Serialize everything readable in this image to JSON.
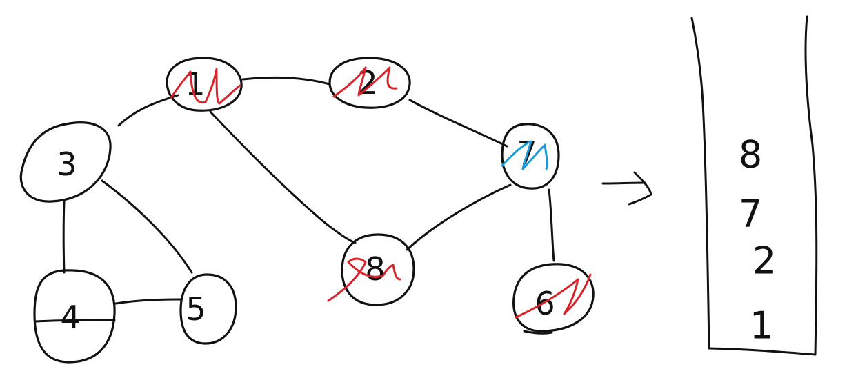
{
  "colors": {
    "ink": "#111111",
    "visited_mark": "#d9232b",
    "current_mark": "#1a9bd7",
    "background": "#ffffff"
  },
  "nodes": [
    {
      "id": "n1",
      "label": "1",
      "mark": "visited"
    },
    {
      "id": "n2",
      "label": "2",
      "mark": "visited"
    },
    {
      "id": "n3",
      "label": "3",
      "mark": "none"
    },
    {
      "id": "n4",
      "label": "4",
      "mark": "none"
    },
    {
      "id": "n5",
      "label": "5",
      "mark": "none"
    },
    {
      "id": "n6",
      "label": "6",
      "mark": "visited"
    },
    {
      "id": "n7",
      "label": "7",
      "mark": "current"
    },
    {
      "id": "n8",
      "label": "8",
      "mark": "visited"
    }
  ],
  "edges": [
    [
      "n1",
      "n2"
    ],
    [
      "n1",
      "n3"
    ],
    [
      "n1",
      "n8"
    ],
    [
      "n2",
      "n7"
    ],
    [
      "n7",
      "n8"
    ],
    [
      "n7",
      "n6"
    ],
    [
      "n3",
      "n4"
    ],
    [
      "n3",
      "n5"
    ],
    [
      "n4",
      "n5"
    ]
  ],
  "stack": {
    "items": [
      "8",
      "7",
      "2",
      "1"
    ]
  }
}
